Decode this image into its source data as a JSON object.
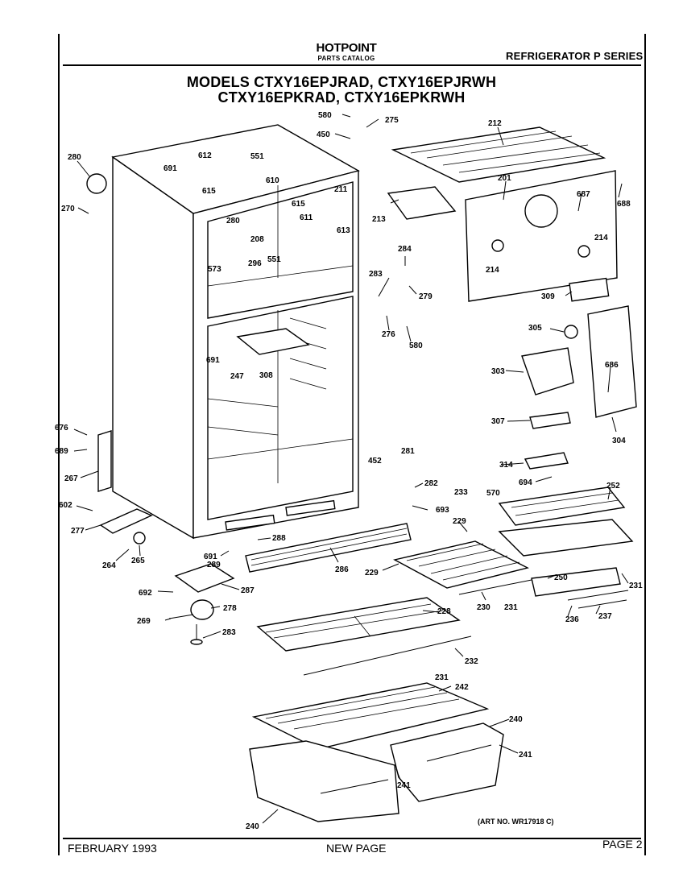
{
  "header": {
    "brand": "HOTPOINT",
    "catalog": "PARTS CATALOG",
    "series": "REFRIGERATOR P SERIES",
    "title_line1": "MODELS CTXY16EPJRAD, CTXY16EPJRWH",
    "title_line2": "CTXY16EPKRAD, CTXY16EPKRWH"
  },
  "art_number": "(ART NO. WR17918 C)",
  "footer": {
    "date": "FEBRUARY 1993",
    "note": "NEW PAGE",
    "page": "PAGE 2"
  },
  "part_labels": [
    {
      "id": "p580a",
      "text": "580"
    },
    {
      "id": "p275",
      "text": "275"
    },
    {
      "id": "p450",
      "text": "450"
    },
    {
      "id": "p212",
      "text": "212"
    },
    {
      "id": "p280a",
      "text": "280"
    },
    {
      "id": "p612",
      "text": "612"
    },
    {
      "id": "p551a",
      "text": "551"
    },
    {
      "id": "p691a",
      "text": "691"
    },
    {
      "id": "p610",
      "text": "610"
    },
    {
      "id": "p615a",
      "text": "615"
    },
    {
      "id": "p211",
      "text": "211"
    },
    {
      "id": "p615b",
      "text": "615"
    },
    {
      "id": "p201",
      "text": "201"
    },
    {
      "id": "p687",
      "text": "687"
    },
    {
      "id": "p688",
      "text": "688"
    },
    {
      "id": "p270",
      "text": "270"
    },
    {
      "id": "p280b",
      "text": "280"
    },
    {
      "id": "p611",
      "text": "611"
    },
    {
      "id": "p213",
      "text": "213"
    },
    {
      "id": "p208",
      "text": "208"
    },
    {
      "id": "p613",
      "text": "613"
    },
    {
      "id": "p214a",
      "text": "214"
    },
    {
      "id": "p284a",
      "text": "284"
    },
    {
      "id": "p573",
      "text": "573"
    },
    {
      "id": "p296",
      "text": "296"
    },
    {
      "id": "p551b",
      "text": "551"
    },
    {
      "id": "p214b",
      "text": "214"
    },
    {
      "id": "p283a",
      "text": "283"
    },
    {
      "id": "p279",
      "text": "279"
    },
    {
      "id": "p309",
      "text": "309"
    },
    {
      "id": "p276",
      "text": "276"
    },
    {
      "id": "p580b",
      "text": "580"
    },
    {
      "id": "p305",
      "text": "305"
    },
    {
      "id": "p691b",
      "text": "691"
    },
    {
      "id": "p247",
      "text": "247"
    },
    {
      "id": "p308",
      "text": "308"
    },
    {
      "id": "p303",
      "text": "303"
    },
    {
      "id": "p686",
      "text": "686"
    },
    {
      "id": "p307",
      "text": "307"
    },
    {
      "id": "p304",
      "text": "304"
    },
    {
      "id": "p676",
      "text": "676"
    },
    {
      "id": "p689",
      "text": "689"
    },
    {
      "id": "p267",
      "text": "267"
    },
    {
      "id": "p452",
      "text": "452"
    },
    {
      "id": "p281",
      "text": "281"
    },
    {
      "id": "p282",
      "text": "282"
    },
    {
      "id": "p233",
      "text": "233"
    },
    {
      "id": "p570",
      "text": "570"
    },
    {
      "id": "p314",
      "text": "314"
    },
    {
      "id": "p694",
      "text": "694"
    },
    {
      "id": "p252",
      "text": "252"
    },
    {
      "id": "p602",
      "text": "602"
    },
    {
      "id": "p693",
      "text": "693"
    },
    {
      "id": "p229a",
      "text": "229"
    },
    {
      "id": "p277",
      "text": "277"
    },
    {
      "id": "p288",
      "text": "288"
    },
    {
      "id": "p264",
      "text": "264"
    },
    {
      "id": "p265",
      "text": "265"
    },
    {
      "id": "p691c",
      "text": "691"
    },
    {
      "id": "p289",
      "text": "289"
    },
    {
      "id": "p286",
      "text": "286"
    },
    {
      "id": "p229b",
      "text": "229"
    },
    {
      "id": "p250",
      "text": "250"
    },
    {
      "id": "p231a",
      "text": "231"
    },
    {
      "id": "p287",
      "text": "287"
    },
    {
      "id": "p692",
      "text": "692"
    },
    {
      "id": "p230",
      "text": "230"
    },
    {
      "id": "p231b",
      "text": "231"
    },
    {
      "id": "p236",
      "text": "236"
    },
    {
      "id": "p237",
      "text": "237"
    },
    {
      "id": "p269",
      "text": "269"
    },
    {
      "id": "p278",
      "text": "278"
    },
    {
      "id": "p228",
      "text": "228"
    },
    {
      "id": "p283b",
      "text": "283"
    },
    {
      "id": "p232",
      "text": "232"
    },
    {
      "id": "p231c",
      "text": "231"
    },
    {
      "id": "p242",
      "text": "242"
    },
    {
      "id": "p240a",
      "text": "240"
    },
    {
      "id": "p241a",
      "text": "241"
    },
    {
      "id": "p241b",
      "text": "241"
    },
    {
      "id": "p240b",
      "text": "240"
    }
  ]
}
